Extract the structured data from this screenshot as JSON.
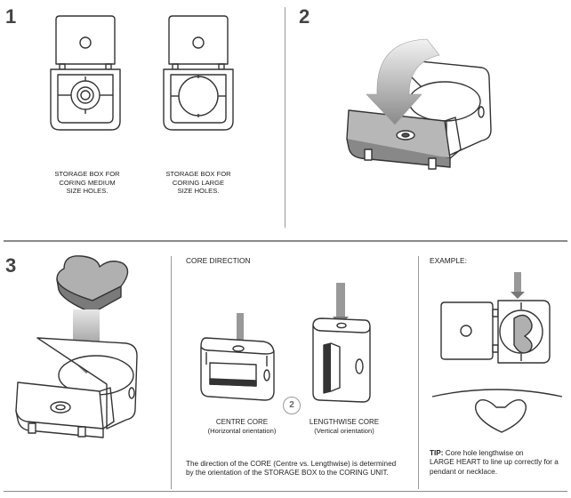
{
  "steps": {
    "s1": "1",
    "s2": "2",
    "s3": "3"
  },
  "step1": {
    "caption_medium": [
      "STORAGE BOX FOR",
      "CORING MEDIUM",
      "SIZE HOLES."
    ],
    "caption_large": [
      "STORAGE BOX FOR",
      "CORING LARGE",
      "SIZE HOLES."
    ]
  },
  "step3": {
    "core_direction_header": "CORE DIRECTION",
    "centre_core": [
      "CENTRE CORE",
      "(Horizontal orientation)"
    ],
    "circle_number": "2",
    "lengthwise_core": [
      "LENGTHWISE CORE",
      "(Vertical orientation)"
    ],
    "description": [
      "The direction of the CORE (Centre vs. Lengthwise) is determined",
      "by the orientation of the STORAGE BOX to the CORING UNIT."
    ],
    "example_header": "EXAMPLE:",
    "tip_label": "TIP:",
    "tip_lines": [
      " Core hole lengthwise on",
      "LARGE HEART to line up correctly for a",
      "pendant or necklace."
    ]
  },
  "colors": {
    "line": "#333333",
    "shade": "#b7b7b7",
    "dark": "#555555",
    "arrow": "#8c8c8c",
    "rule": "#8a8a8a"
  }
}
